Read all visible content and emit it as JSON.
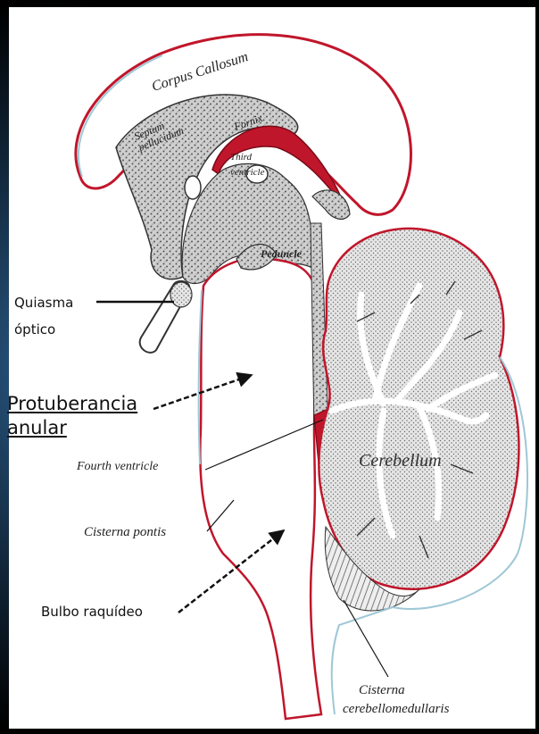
{
  "colors": {
    "background": "#ffffff",
    "outline": "#c0162b",
    "stipple": "#5a5a5a",
    "text": "#111111"
  },
  "labels": {
    "corpus_callosum": "Corpus Callosum",
    "septum_pellucidum": "Septum pellucidum",
    "fornix": "Fornix",
    "third_ventricle": "Third ventricle",
    "peduncle": "Peduncle",
    "cerebellum": "Cerebellum",
    "fourth_ventricle": "Fourth ventricle",
    "cisterna_pontis": "Cisterna pontis",
    "cisterna_cerebellomedullaris_1": "Cisterna",
    "cisterna_cerebellomedullaris_2": "cerebellomedullaris"
  },
  "annotations": {
    "quiasma_1": "Quiasma",
    "quiasma_2": "óptico",
    "protuberancia_1": "Protuberancia",
    "protuberancia_2": "anular",
    "bulbo": "Bulbo raquídeo"
  }
}
